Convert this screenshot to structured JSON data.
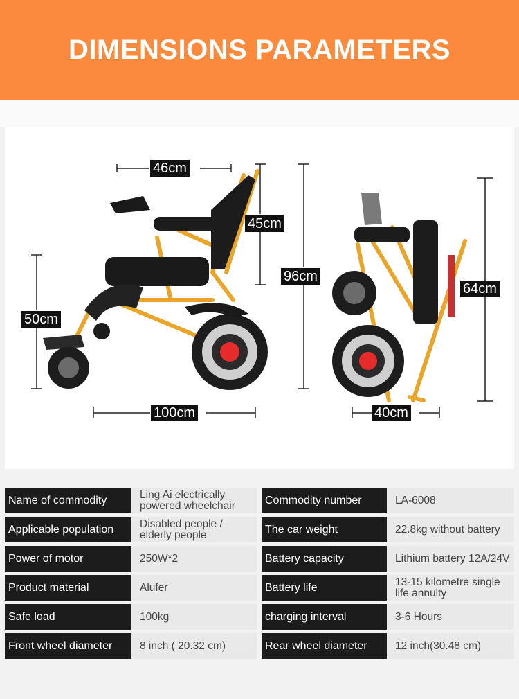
{
  "header": {
    "title": "DIMENSIONS PARAMETERS"
  },
  "colors": {
    "accent": "#fb8a3c",
    "frame": "#e8a52a",
    "dark": "#111111",
    "wheel_hub": "#e52b2b"
  },
  "dimensions": {
    "seat_width": "46cm",
    "backrest_height": "45cm",
    "total_height": "96cm",
    "seat_height": "50cm",
    "length": "100cm",
    "folded_height": "64cm",
    "folded_width": "40cm"
  },
  "specs": {
    "rows": [
      {
        "k1": "Name of commodity",
        "v1": "Ling Ai electrically powered wheelchair",
        "k2": "Commodity number",
        "v2": "LA-6008"
      },
      {
        "k1": "Applicable population",
        "v1": "Disabled people / elderly people",
        "k2": "The car weight",
        "v2": "22.8kg without battery"
      },
      {
        "k1": "Power of motor",
        "v1": "250W*2",
        "k2": "Battery capacity",
        "v2": "Lithium battery 12A/24V"
      },
      {
        "k1": "Product material",
        "v1": "Alufer",
        "k2": "Battery life",
        "v2": "13-15 kilometre single life annuity"
      },
      {
        "k1": "Safe load",
        "v1": "100kg",
        "k2": "charging interval",
        "v2": "3-6 Hours"
      },
      {
        "k1": "Front wheel diameter",
        "v1": "8 inch ( 20.32 cm)",
        "k2": "Rear wheel diameter",
        "v2": "12 inch(30.48 cm)"
      }
    ]
  }
}
